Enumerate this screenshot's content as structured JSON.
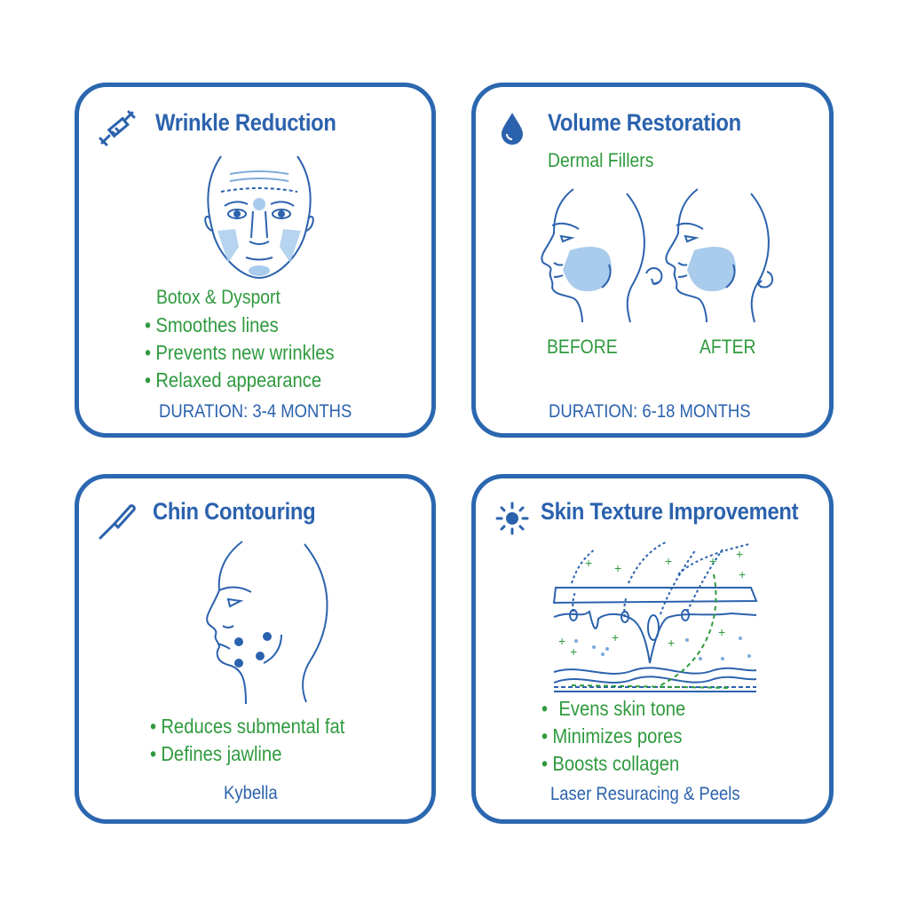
{
  "colors": {
    "border": "#2b67b0",
    "title": "#2b62ad",
    "accent_green": "#2f9a3e",
    "fill_light_blue": "#a9cbec"
  },
  "cards": [
    {
      "title": "Wrinkle Reduction",
      "icon": "syringe-icon",
      "subtitle": "Botox & Dysport",
      "bullets": [
        "Smoothes lines",
        "Prevents new wrinkles",
        "Relaxed appearance"
      ],
      "footer": "DURATION: 3-4 MONTHS"
    },
    {
      "title": "Volume Restoration",
      "icon": "droplet-icon",
      "subtitle": "Dermal Fillers",
      "labels": [
        "BEFORE",
        "AFTER"
      ],
      "footer": "DURATION: 6-18 MONTHS"
    },
    {
      "title": "Chin Contouring",
      "icon": "injector-pen-icon",
      "bullets": [
        "Reduces submental fat",
        "Defines jawline"
      ],
      "footer": "Kybella"
    },
    {
      "title": "Skin Texture Improvement",
      "icon": "sun-icon",
      "bullets": [
        "Evens skin tone",
        "Minimizes pores",
        "Boosts collagen"
      ],
      "footer": "Laser Resuracing & Peels"
    }
  ],
  "bullet_char": "•"
}
